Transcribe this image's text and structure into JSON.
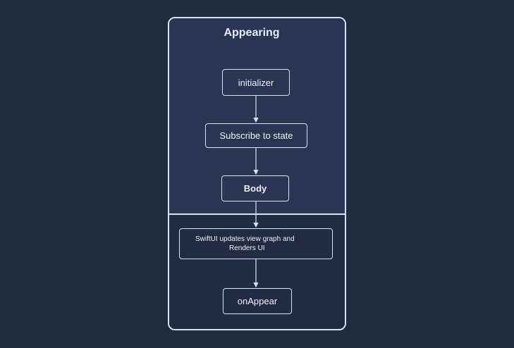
{
  "diagram": {
    "title": "Appearing",
    "nodes": {
      "initializer": "initializer",
      "subscribe": "Subscribe to state",
      "body": "Body",
      "swiftui_line1": "SwiftUI updates view graph and",
      "swiftui_line2": "Renders UI",
      "on_appear": "onAppear"
    },
    "colors": {
      "background": "#222a40",
      "upper_panel": "#2b3553",
      "lower_panel": "#232b42",
      "border": "#d9e1f5",
      "text": "#eef2fc"
    }
  }
}
